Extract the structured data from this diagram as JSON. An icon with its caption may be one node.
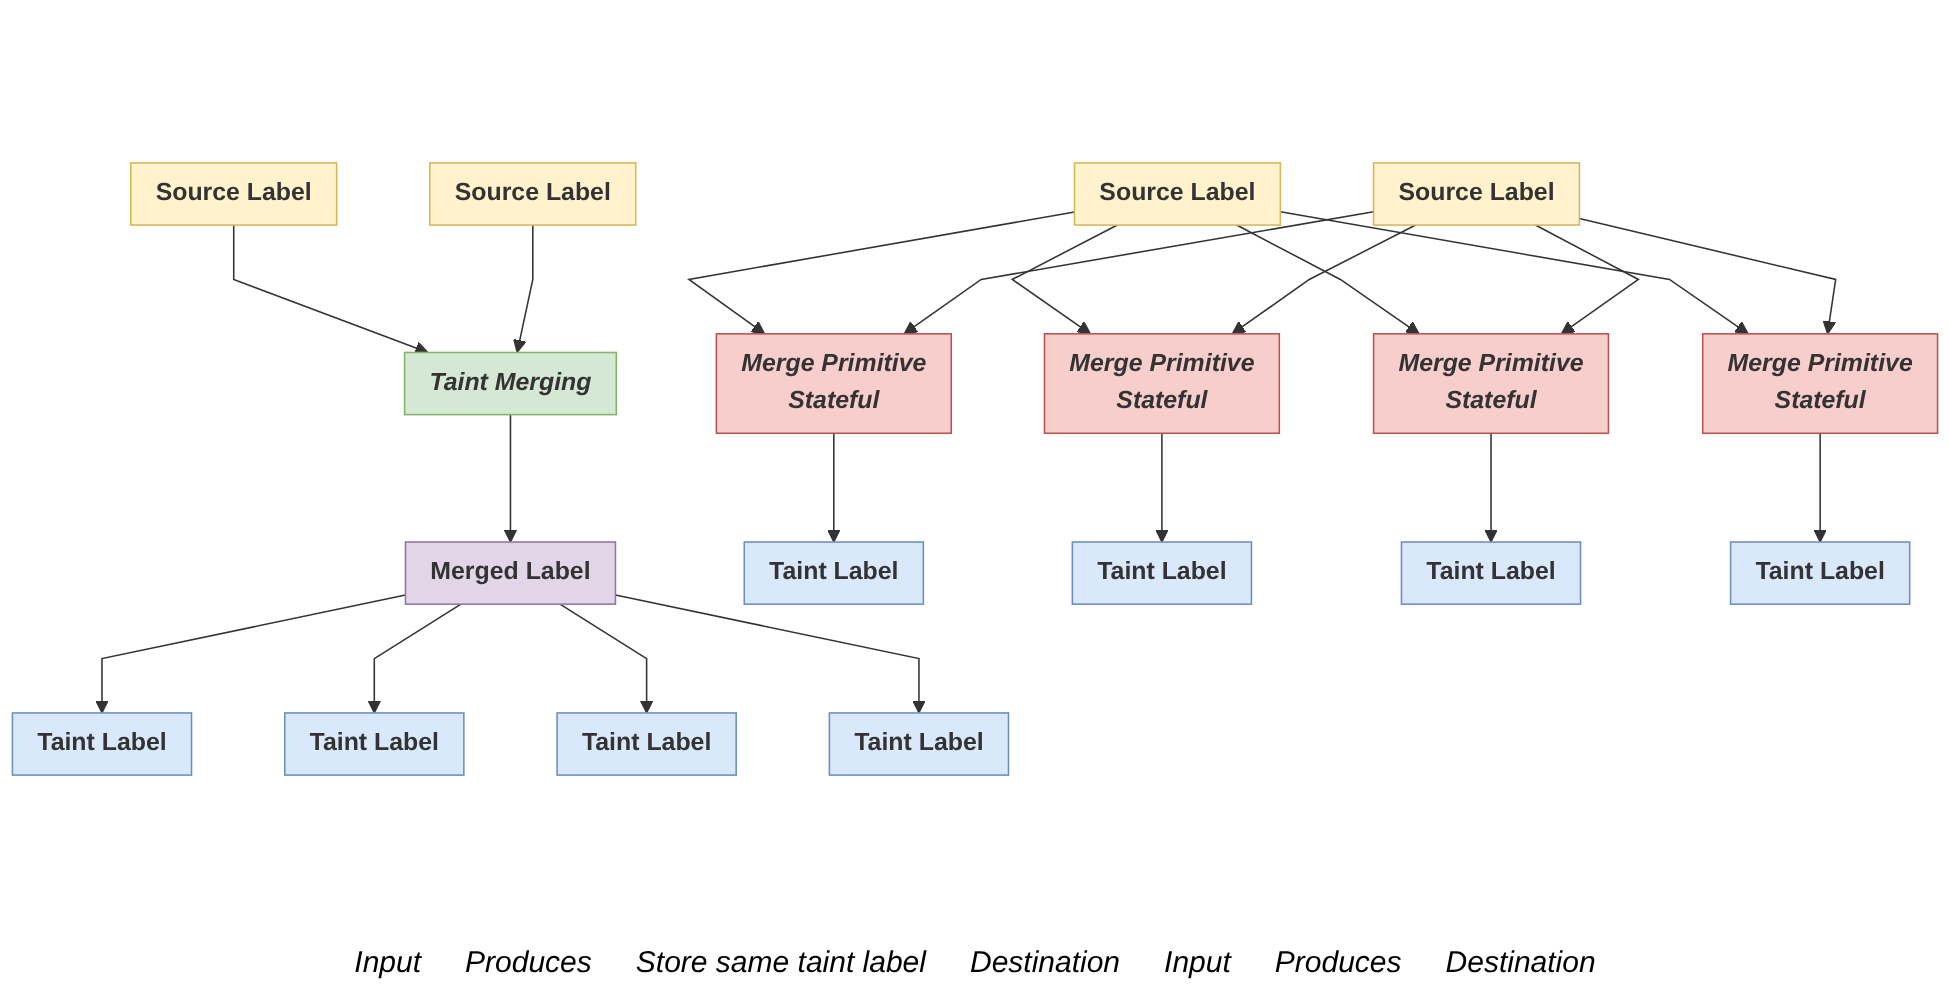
{
  "diagram": {
    "nodes": [
      {
        "text": [
          "Source Label"
        ]
      },
      {
        "text": [
          "Source Label"
        ]
      },
      {
        "text": [
          "Taint Merging"
        ]
      },
      {
        "text": [
          "Merged Label"
        ]
      },
      {
        "text": [
          "Taint Label"
        ]
      },
      {
        "text": [
          "Taint Label"
        ]
      },
      {
        "text": [
          "Taint Label"
        ]
      },
      {
        "text": [
          "Taint Label"
        ]
      },
      {
        "text": [
          "Source Label"
        ]
      },
      {
        "text": [
          "Source Label"
        ]
      },
      {
        "text": [
          "Merge Primitive",
          "Stateful"
        ]
      },
      {
        "text": [
          "Merge Primitive",
          "Stateful"
        ]
      },
      {
        "text": [
          "Merge Primitive",
          "Stateful"
        ]
      },
      {
        "text": [
          "Merge Primitive",
          "Stateful"
        ]
      },
      {
        "text": [
          "Taint Label"
        ]
      },
      {
        "text": [
          "Taint Label"
        ]
      },
      {
        "text": [
          "Taint Label"
        ]
      },
      {
        "text": [
          "Taint Label"
        ]
      }
    ],
    "edges": [
      {
        "from": 0,
        "to": 2,
        "arrow": "to"
      },
      {
        "from": 1,
        "to": 2,
        "arrow": "to"
      },
      {
        "from": 2,
        "to": 3,
        "arrow": "to"
      },
      {
        "from": 3,
        "to": 4,
        "arrow": "to"
      },
      {
        "from": 3,
        "to": 5,
        "arrow": "to"
      },
      {
        "from": 3,
        "to": 6,
        "arrow": "to"
      },
      {
        "from": 3,
        "to": 7,
        "arrow": "to"
      },
      {
        "from": 8,
        "to": 10,
        "arrow": "to"
      },
      {
        "from": 9,
        "to": 10,
        "arrow": "to"
      },
      {
        "from": 8,
        "to": 11,
        "arrow": "to"
      },
      {
        "from": 9,
        "to": 11,
        "arrow": "to"
      },
      {
        "from": 8,
        "to": 12,
        "arrow": "to"
      },
      {
        "from": 9,
        "to": 12,
        "arrow": "to"
      },
      {
        "from": 8,
        "to": 13,
        "arrow": "to"
      },
      {
        "from": 9,
        "to": 13,
        "arrow": "to"
      },
      {
        "from": 10,
        "to": 14,
        "arrow": "to"
      },
      {
        "from": 11,
        "to": 15,
        "arrow": "to"
      },
      {
        "from": 12,
        "to": 16,
        "arrow": "to"
      },
      {
        "from": 13,
        "to": 17,
        "arrow": "to"
      }
    ],
    "labels": [
      "Input",
      "Produces",
      "Store same taint label",
      "Destination",
      "Input",
      "Produces",
      "Destination"
    ]
  }
}
